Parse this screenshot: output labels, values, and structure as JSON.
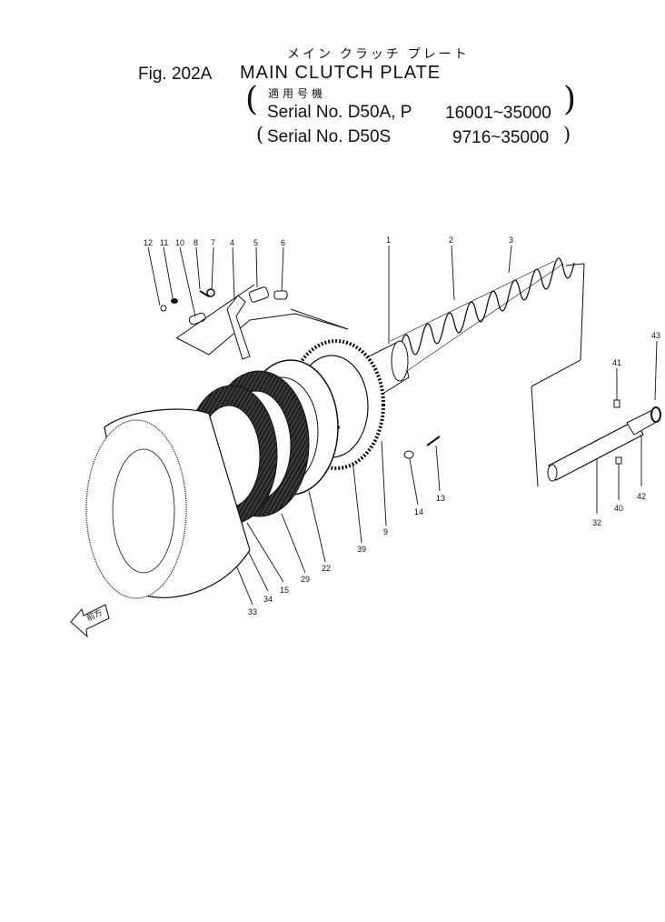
{
  "header": {
    "jp_title": "メイン クラッチ プレート",
    "fig_label": "Fig. 202A",
    "title": "MAIN CLUTCH PLATE",
    "jp_applicable": "適用号機",
    "serial_1": "Serial No. D50A, P",
    "serial_1_range": "16001~35000",
    "serial_2": "Serial No. D50S",
    "serial_2_range": "9716~35000",
    "open_paren": "(",
    "close_paren": ")"
  },
  "callouts": [
    "12",
    "11",
    "10",
    "8",
    "7",
    "4",
    "5",
    "6",
    "1",
    "2",
    "3",
    "41",
    "43",
    "42",
    "40",
    "32",
    "14",
    "13",
    "9",
    "39",
    "22",
    "29",
    "15",
    "34",
    "33"
  ],
  "front_arrow_label": "前方"
}
